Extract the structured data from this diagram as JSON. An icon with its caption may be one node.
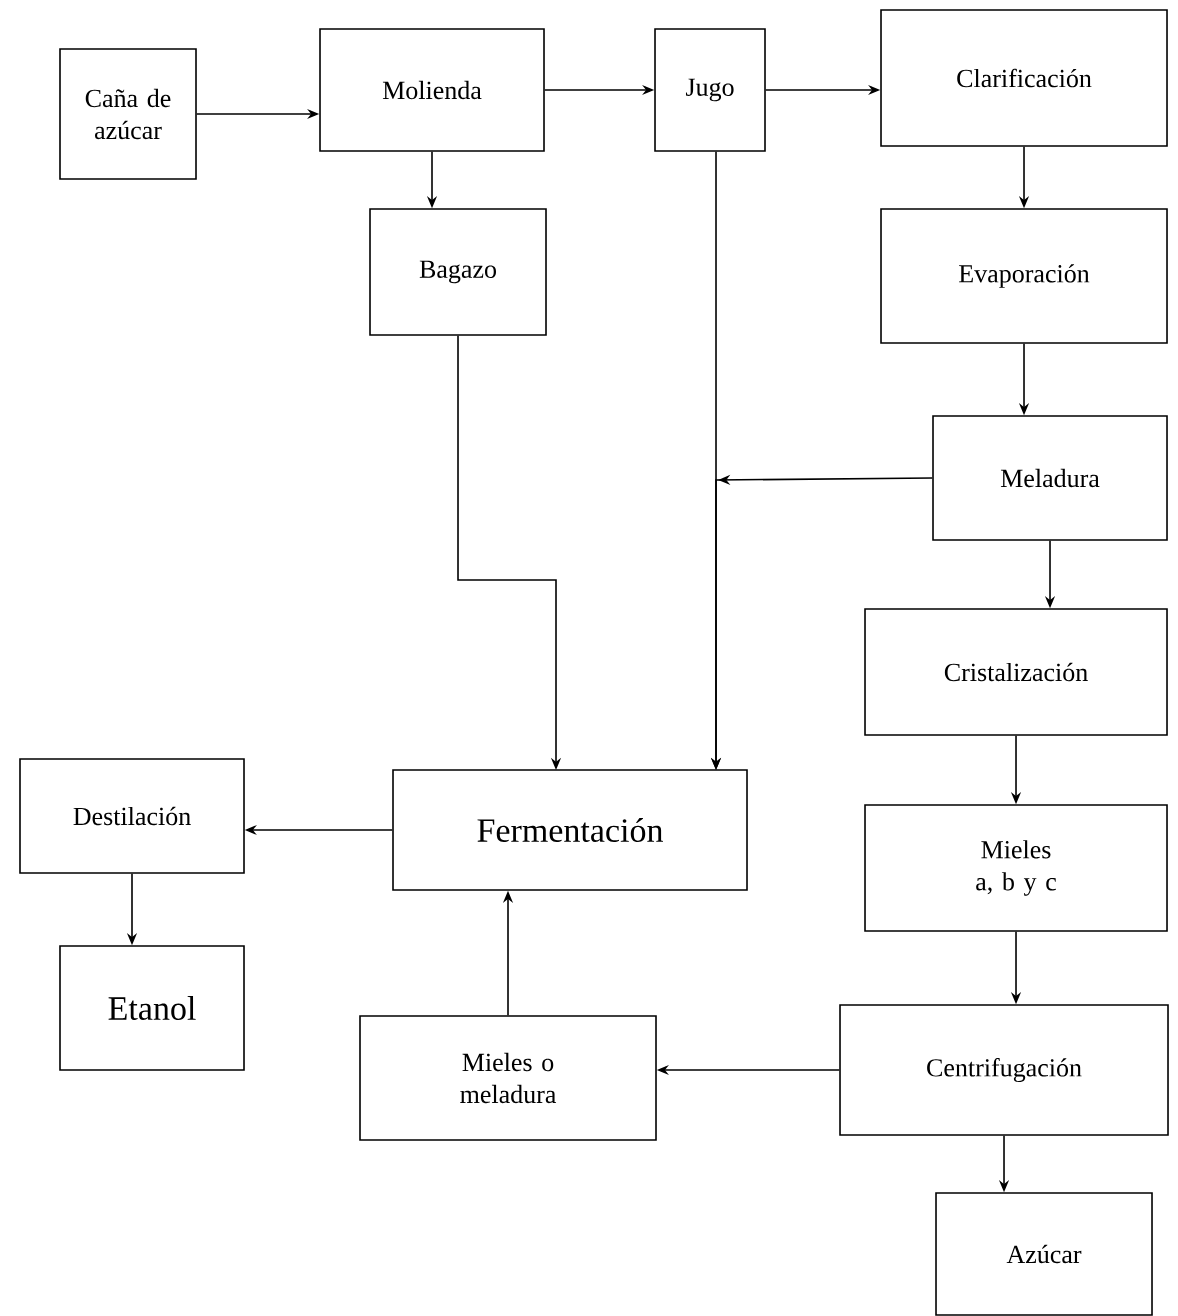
{
  "diagram": {
    "nodes": [
      {
        "text": [
          "Caña de azúcar"
        ]
      },
      {
        "text": [
          "Molienda"
        ]
      },
      {
        "text": [
          "Jugo"
        ]
      },
      {
        "text": [
          "Clarificación"
        ]
      },
      {
        "text": [
          "Bagazo"
        ]
      },
      {
        "text": [
          "Evaporación"
        ]
      },
      {
        "text": [
          "Meladura"
        ]
      },
      {
        "text": [
          "Cristalización"
        ]
      },
      {
        "text": [
          "Mieles a, b y c"
        ]
      },
      {
        "text": [
          "Centrifugación"
        ]
      },
      {
        "text": [
          "Azúcar"
        ]
      },
      {
        "text": [
          "Fermentación"
        ]
      },
      {
        "text": [
          "Destilación"
        ]
      },
      {
        "text": [
          "Etanol"
        ]
      },
      {
        "text": [
          "Mieles o meladura"
        ]
      }
    ],
    "edges": [
      {
        "from": 0,
        "to": 1,
        "arrow": "to"
      },
      {
        "from": 1,
        "to": 2,
        "arrow": "to"
      },
      {
        "from": 2,
        "to": 3,
        "arrow": "to"
      },
      {
        "from": 1,
        "to": 4,
        "arrow": "to"
      },
      {
        "from": 3,
        "to": 5,
        "arrow": "to"
      },
      {
        "from": 5,
        "to": 6,
        "arrow": "to"
      },
      {
        "from": 6,
        "to": 11,
        "arrow": "to"
      },
      {
        "from": 2,
        "to": 11,
        "arrow": "to"
      },
      {
        "from": 4,
        "to": 11,
        "arrow": "to"
      },
      {
        "from": 6,
        "to": 7,
        "arrow": "to"
      },
      {
        "from": 7,
        "to": 8,
        "arrow": "to"
      },
      {
        "from": 8,
        "to": 9,
        "arrow": "to"
      },
      {
        "from": 9,
        "to": 10,
        "arrow": "to"
      },
      {
        "from": 9,
        "to": 14,
        "arrow": "to"
      },
      {
        "from": 14,
        "to": 11,
        "arrow": "to"
      },
      {
        "from": 11,
        "to": 12,
        "arrow": "to"
      },
      {
        "from": 12,
        "to": 13,
        "arrow": "to"
      }
    ]
  }
}
